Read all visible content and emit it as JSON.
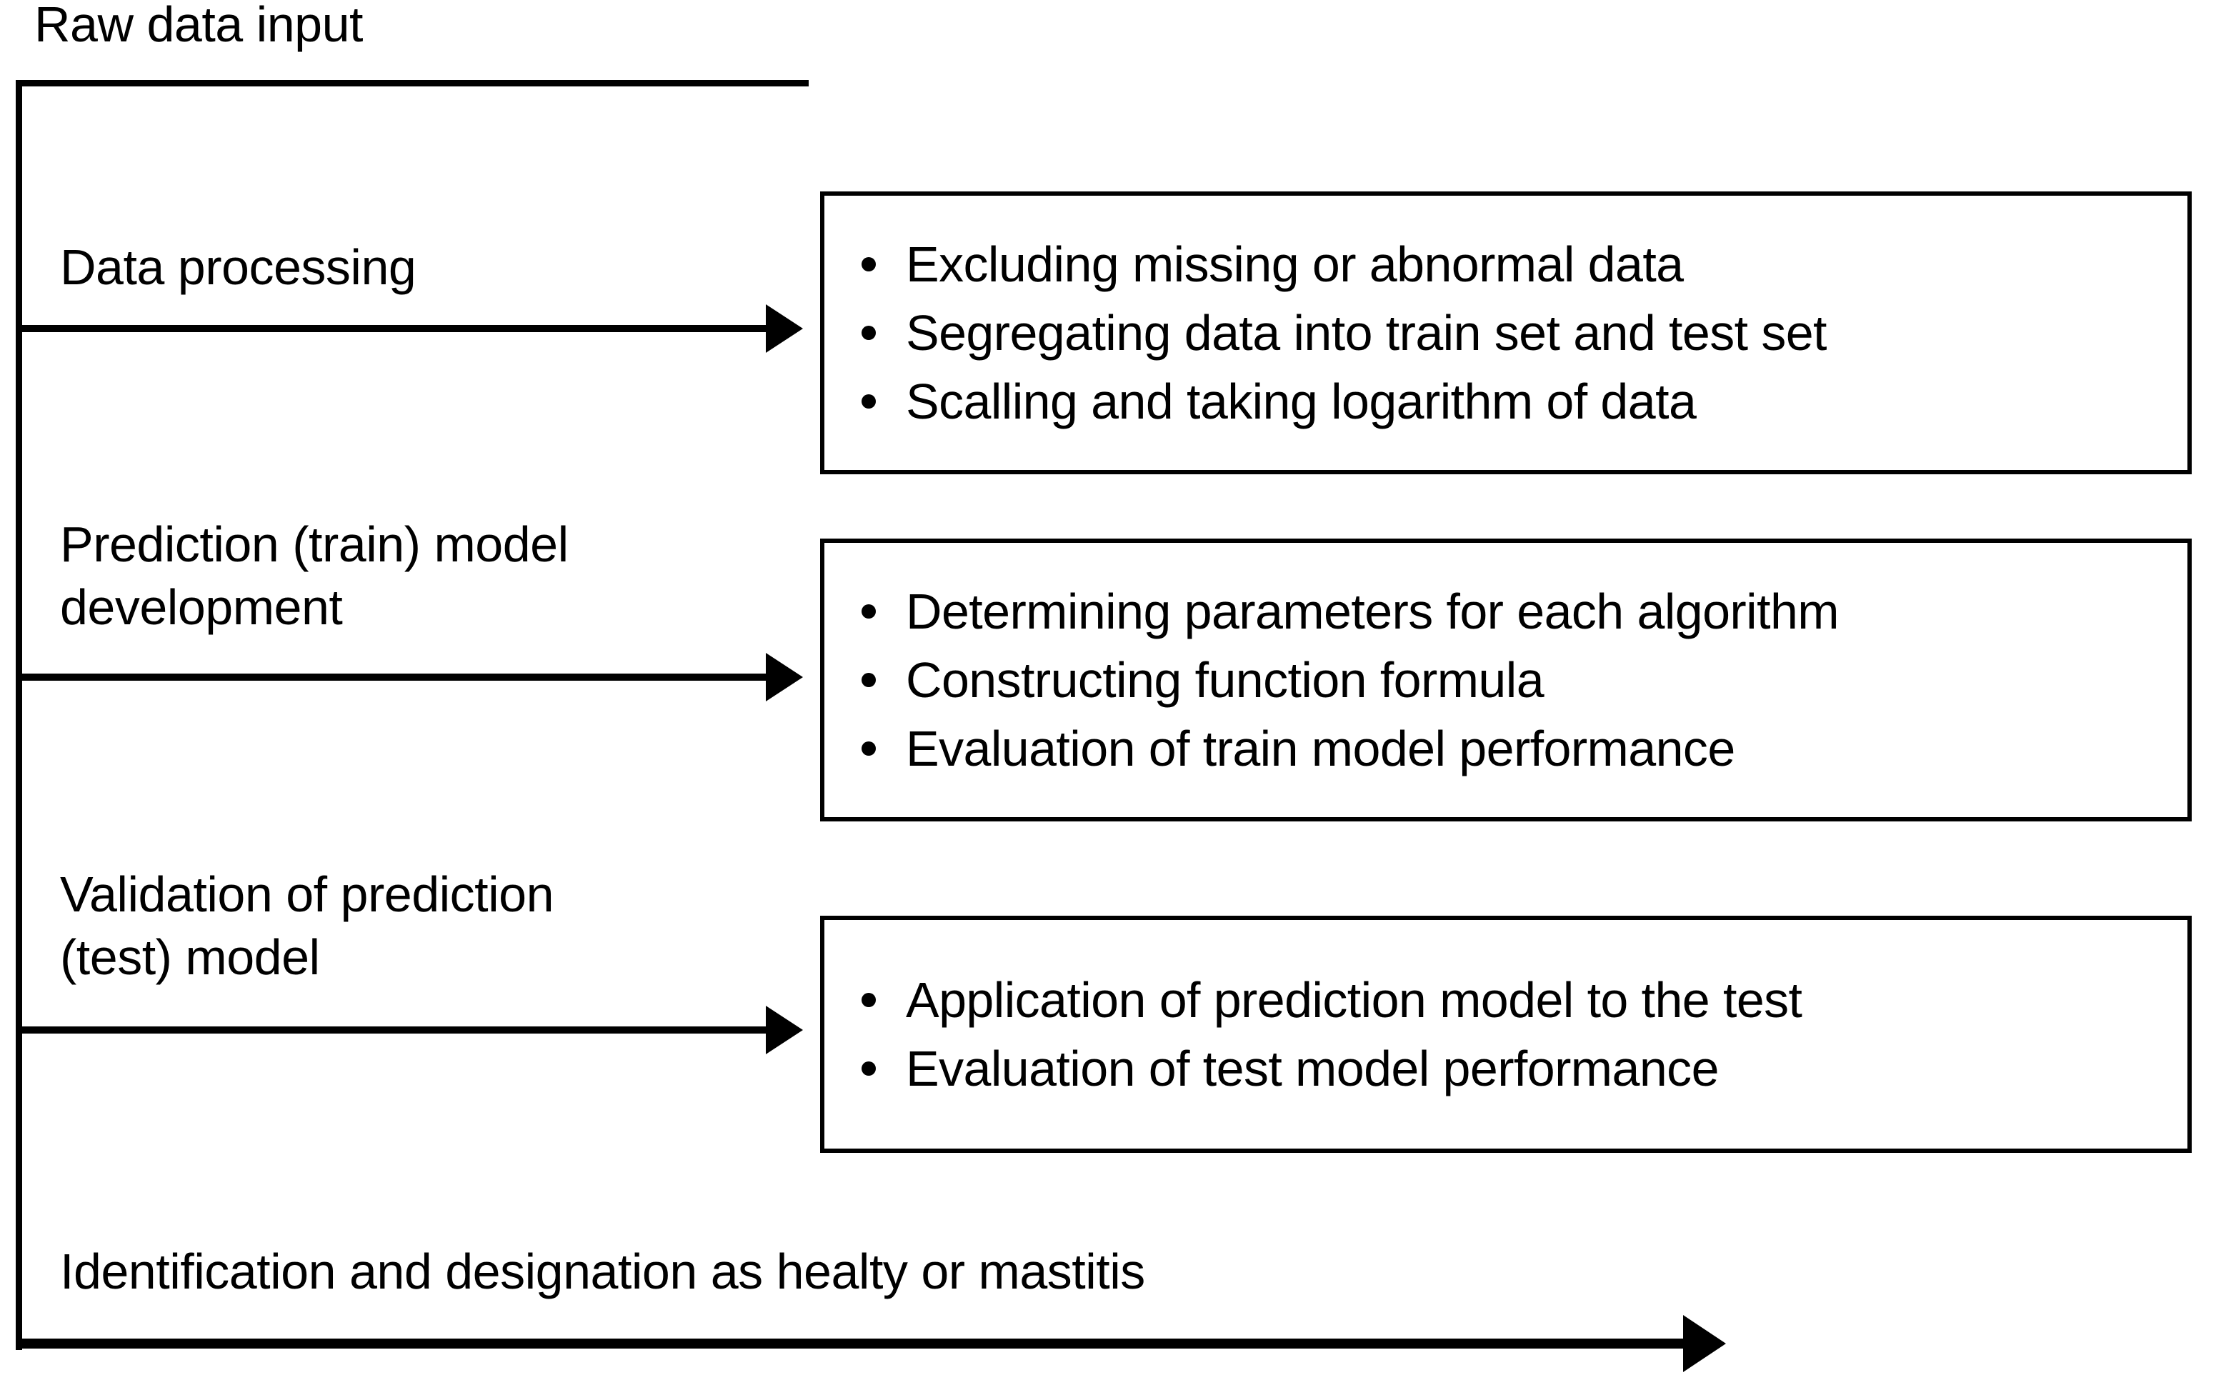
{
  "diagram": {
    "title": "Raw data input",
    "footer": "Identification and designation as healty or mastitis",
    "stages": [
      {
        "label": "Data processing",
        "details": [
          "Excluding missing or abnormal data",
          "Segregating data into train set and test set",
          "Scalling and taking logarithm of data"
        ]
      },
      {
        "label": "Prediction (train) model\ndevelopment",
        "details": [
          "Determining parameters for each algorithm",
          "Constructing function formula",
          "Evaluation of train model performance"
        ]
      },
      {
        "label": "Validation of prediction\n(test) model",
        "details": [
          "Application of prediction model to the test",
          "Evaluation of test model performance"
        ]
      }
    ],
    "colors": {
      "line": "#000000",
      "text": "#000000",
      "background": "#ffffff"
    }
  }
}
